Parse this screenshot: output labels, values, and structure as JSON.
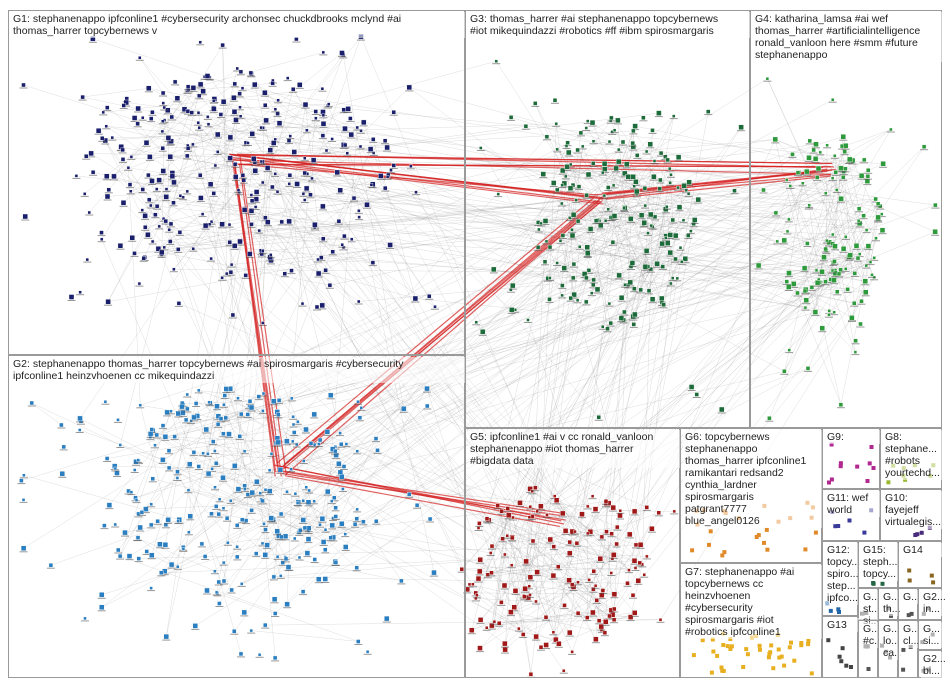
{
  "groups": [
    {
      "id": "G1",
      "label": "G1: stephanenappo ipfconline1 #cybersecurity archonsec chuckdbrooks mclynd #ai\nthomas_harrer topcybernews v",
      "color": "#1a1f6b"
    },
    {
      "id": "G2",
      "label": "G2: stephanenappo thomas_harrer topcybernews #ai spirosmargaris #cybersecurity\nipfconline1 heinzvhoenen cc mikequindazzi",
      "color": "#2b7fc1"
    },
    {
      "id": "G3",
      "label": "G3: thomas_harrer #ai stephanenappo topcybernews\n#iot mikequindazzi #robotics #ff #ibm spirosmargaris",
      "color": "#1d6b3a"
    },
    {
      "id": "G4",
      "label": "G4: katharina_lamsa #ai wef\nthomas_harrer #artificialintelligence\nronald_vanloon here #smm #future\nstephanenappo",
      "color": "#2e9a3c"
    },
    {
      "id": "G5",
      "label": "G5: ipfconline1 #ai v cc ronald_vanloon\nstephanenappo #iot thomas_harrer\n#bigdata data",
      "color": "#a01818"
    },
    {
      "id": "G6",
      "label": "G6: topcybernews\nstephanenappo\nthomas_harrer ipfconline1\nramikantari redsand2\ncynthia_lardner\nspirosmargaris\npatgrant7777\nblue_angel0126",
      "color": "#e08a2a"
    },
    {
      "id": "G7",
      "label": "G7: stephanenappo #ai\ntopcybernews cc\nheinzvhoenen\n#cybersecurity\nspirosmargaris #iot\n#robotics ipfconline1",
      "color": "#e8b020"
    },
    {
      "id": "G8",
      "label": "G8:\nstephane...\n#robots\nyourtechd...",
      "color": "#9ab830"
    },
    {
      "id": "G9",
      "label": "G9:",
      "color": "#b02890"
    },
    {
      "id": "G10",
      "label": "G10:\nfayejeff\nvirtualegis...",
      "color": "#4a2a7a"
    },
    {
      "id": "G11",
      "label": "G11: wef\nworld",
      "color": "#3a3a9a"
    },
    {
      "id": "G12",
      "label": "G12:\ntopcy...\nspiro...\nstep...\nipfco...",
      "color": "#2266aa"
    },
    {
      "id": "G13",
      "label": "G13",
      "color": "#444444"
    },
    {
      "id": "G14",
      "label": "G14",
      "color": "#886622"
    },
    {
      "id": "G15",
      "label": "G15:\nsteph...\ntopcy...",
      "color": "#226644"
    },
    {
      "id": "G16",
      "label": "G...\nst...\nsi...",
      "color": "#555555"
    },
    {
      "id": "G17",
      "label": "G...\nth...",
      "color": "#555555"
    },
    {
      "id": "G18",
      "label": "G...",
      "color": "#555555"
    },
    {
      "id": "G19",
      "label": "G...\n#c...",
      "color": "#555555"
    },
    {
      "id": "G20",
      "label": "G...\nlo...\nca...",
      "color": "#555555"
    },
    {
      "id": "G21",
      "label": "G2...\nin...",
      "color": "#555555"
    },
    {
      "id": "G22",
      "label": "G...\ncl...",
      "color": "#555555"
    },
    {
      "id": "G23",
      "label": "G...\nsi...",
      "color": "#555555"
    },
    {
      "id": "G24",
      "label": "G2...\nbi...",
      "color": "#555555"
    }
  ],
  "colors": {
    "edge": "#8a8a8a",
    "edge_strong": "#d42020",
    "border": "#9a9a9a"
  }
}
